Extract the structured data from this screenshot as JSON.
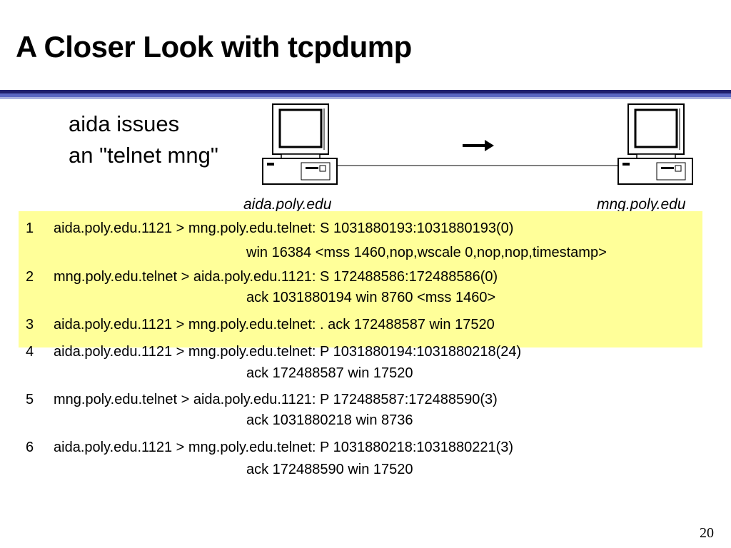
{
  "colors": {
    "highlight": "#ffff99",
    "rule_navy": "#1f1f6e",
    "rule_blue": "#5a66c2",
    "rule_light": "#aab1e0"
  },
  "slide": {
    "title": "A Closer Look with tcpdump",
    "caption": [
      "aida issues",
      "an \"telnet mng\""
    ],
    "page_number": "20"
  },
  "network": {
    "source_host": "aida.poly.edu",
    "dest_host": "mng.poly.edu",
    "direction_icon": "arrow-right-icon"
  },
  "log": [
    {
      "number": "1",
      "text": "aida.poly.edu.1121 > mng.poly.edu.telnet: S 1031880193:1031880193(0)",
      "continuation": "win 16384 <mss 1460,nop,wscale 0,nop,nop,timestamp>",
      "highlighted": true
    },
    {
      "number": "2",
      "text": "mng.poly.edu.telnet > aida.poly.edu.1121: S 172488586:172488586(0)",
      "continuation": "ack 1031880194 win 8760 <mss 1460>",
      "highlighted": true
    },
    {
      "number": "3",
      "text": "aida.poly.edu.1121 > mng.poly.edu.telnet: . ack 172488587 win 17520",
      "continuation": "",
      "highlighted": true
    },
    {
      "number": "4",
      "text": "aida.poly.edu.1121 > mng.poly.edu.telnet: P 1031880194:1031880218(24)",
      "continuation": "ack 172488587 win 17520",
      "highlighted": false
    },
    {
      "number": "5",
      "text": "mng.poly.edu.telnet > aida.poly.edu.1121: P 172488587:172488590(3)",
      "continuation": "ack 1031880218 win 8736",
      "highlighted": false
    },
    {
      "number": "6",
      "text": "aida.poly.edu.1121 > mng.poly.edu.telnet: P 1031880218:1031880221(3)",
      "continuation": "ack 172488590 win 17520",
      "highlighted": false
    }
  ]
}
